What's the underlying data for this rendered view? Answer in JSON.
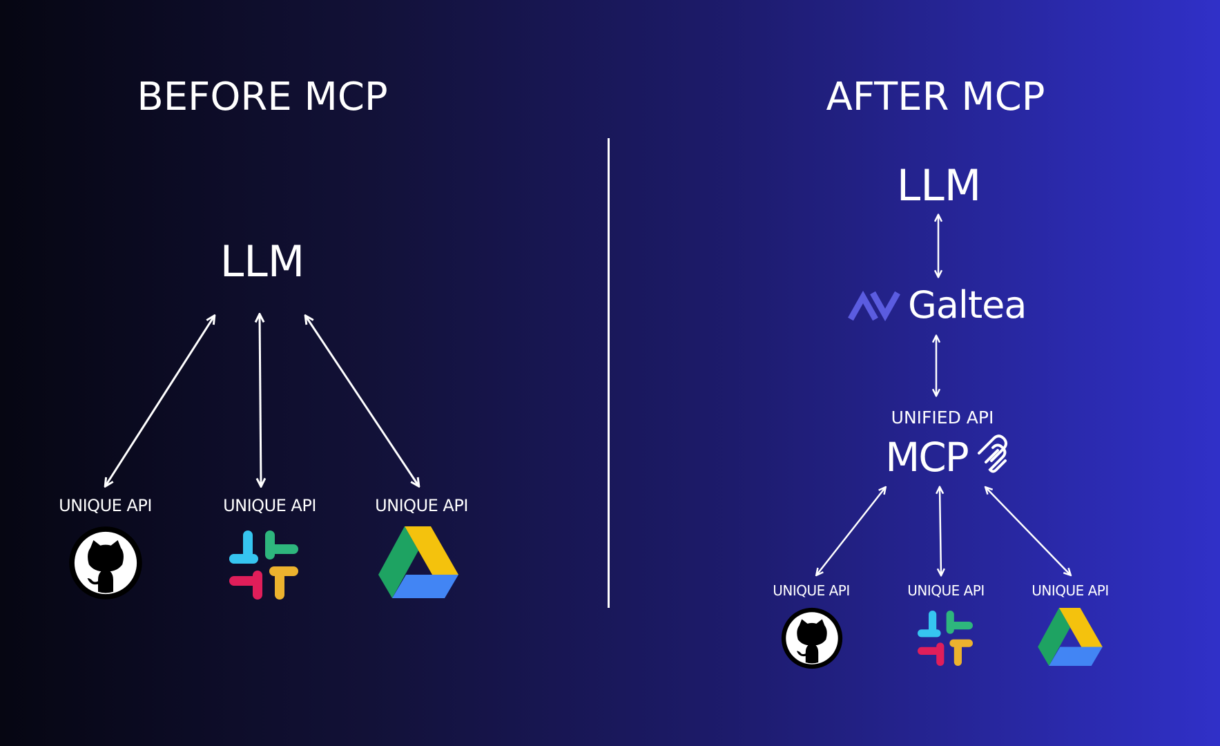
{
  "before": {
    "title": "BEFORE MCP",
    "llm_label": "LLM",
    "services": [
      {
        "api_label": "UNIQUE API",
        "icon": "github-icon"
      },
      {
        "api_label": "UNIQUE API",
        "icon": "slack-icon"
      },
      {
        "api_label": "UNIQUE API",
        "icon": "google-drive-icon"
      }
    ]
  },
  "after": {
    "title": "AFTER MCP",
    "llm_label": "LLM",
    "brand_name": "Galtea",
    "brand_icon": "galtea-logo-icon",
    "unified_label": "UNIFIED API",
    "mcp_label": "MCP",
    "mcp_icon": "mcp-logo-icon",
    "services": [
      {
        "api_label": "UNIQUE API",
        "icon": "github-icon"
      },
      {
        "api_label": "UNIQUE API",
        "icon": "slack-icon"
      },
      {
        "api_label": "UNIQUE API",
        "icon": "google-drive-icon"
      }
    ]
  },
  "colors": {
    "background_start": "#060612",
    "background_end": "#3030c8",
    "text": "#ffffff",
    "galtea_accent": "#5b5ce0"
  }
}
